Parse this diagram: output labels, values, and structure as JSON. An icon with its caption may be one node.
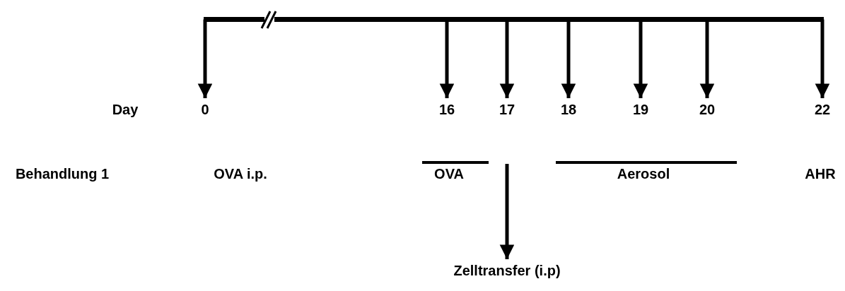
{
  "diagram": {
    "nodes": [
      {
        "text": [],
        "shape": "bar"
      },
      {
        "text": [
          "0"
        ]
      },
      {
        "text": [
          "16"
        ]
      },
      {
        "text": [
          "17"
        ]
      },
      {
        "text": [
          "18"
        ]
      },
      {
        "text": [
          "19"
        ]
      },
      {
        "text": [
          "20"
        ]
      },
      {
        "text": [
          "22"
        ]
      },
      {
        "text": [
          "Zelltransfer (i.p)"
        ]
      }
    ],
    "edges": [
      {
        "from": 0,
        "to": 1,
        "arrow": "to"
      },
      {
        "from": 0,
        "to": 2,
        "arrow": "to"
      },
      {
        "from": 0,
        "to": 3,
        "arrow": "to"
      },
      {
        "from": 0,
        "to": 4,
        "arrow": "to"
      },
      {
        "from": 0,
        "to": 5,
        "arrow": "to"
      },
      {
        "from": 0,
        "to": 6,
        "arrow": "to"
      },
      {
        "from": 0,
        "to": 7,
        "arrow": "to"
      },
      {
        "from": null,
        "to": 8,
        "arrow": "to"
      }
    ],
    "labels": [
      "Day",
      "Behandlung 1",
      "OVA i.p.",
      "OVA",
      "Aerosol",
      "AHR"
    ]
  }
}
